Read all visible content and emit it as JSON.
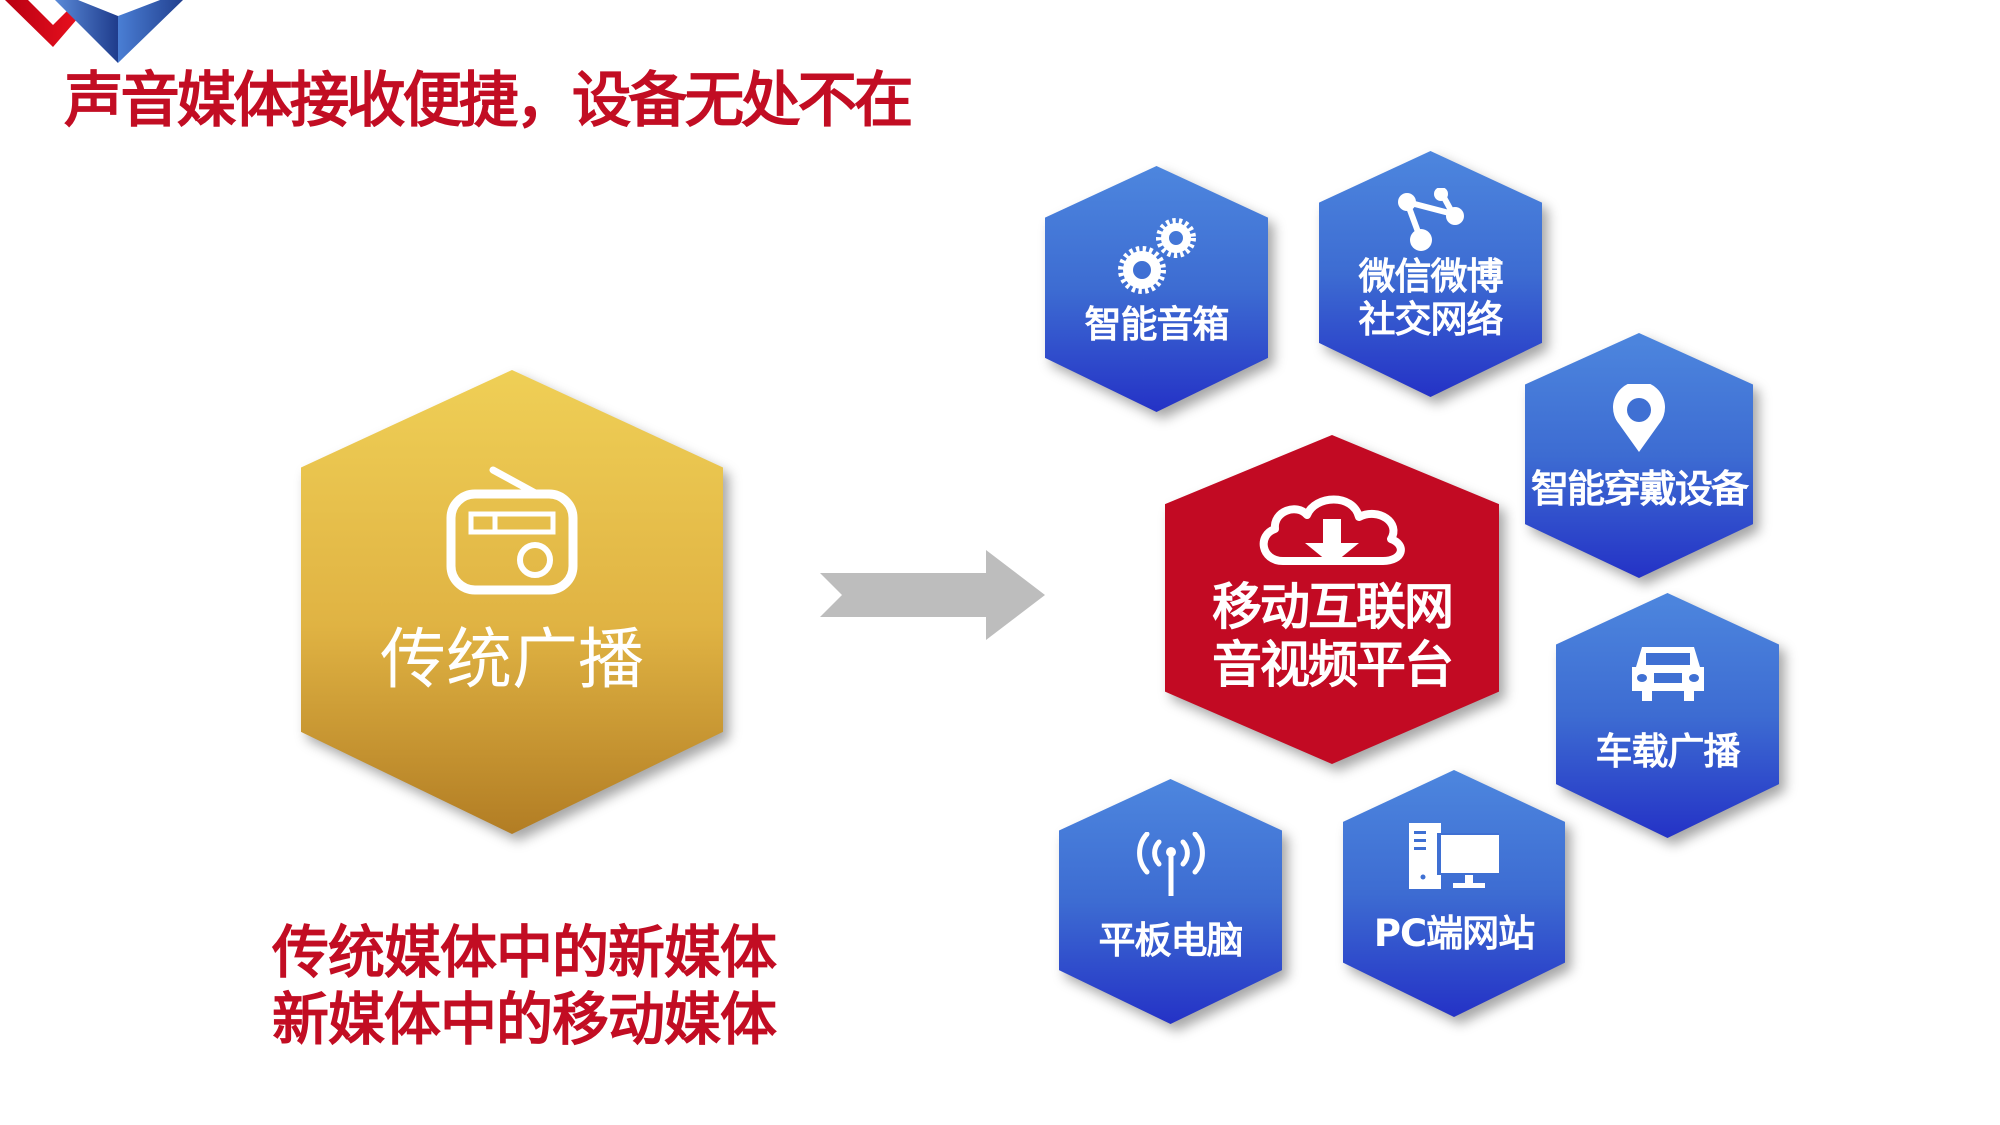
{
  "slide": {
    "title": "声音媒体接收便捷，设备无处不在",
    "source": {
      "label": "传统广播",
      "icon": "radio-icon",
      "color": "#e0b343"
    },
    "flow_arrow": {
      "icon": "arrow-right-icon",
      "color": "#bdbdbd"
    },
    "hub": {
      "line1": "移动互联网",
      "line2": "音视频平台",
      "icon": "cloud-download-icon",
      "color": "#c20a23"
    },
    "devices": [
      {
        "id": "smart-speaker",
        "lines": [
          "智能音箱"
        ],
        "icon": "gears-icon"
      },
      {
        "id": "social-network",
        "lines": [
          "微信微博",
          "社交网络"
        ],
        "icon": "share-network-icon"
      },
      {
        "id": "wearable",
        "lines": [
          "智能穿戴设备"
        ],
        "icon": "location-pin-icon"
      },
      {
        "id": "car-radio",
        "lines": [
          "车载广播"
        ],
        "icon": "car-icon"
      },
      {
        "id": "tablet",
        "lines": [
          "平板电脑"
        ],
        "icon": "antenna-signal-icon"
      },
      {
        "id": "pc-website",
        "lines": [
          "PC端网站"
        ],
        "icon": "desktop-computer-icon"
      }
    ],
    "tagline": {
      "line1": "传统媒体中的新媒体",
      "line2": "新媒体中的移动媒体"
    },
    "colors": {
      "accent_red": "#c20d23",
      "device_blue": "#3d6cd2"
    }
  }
}
